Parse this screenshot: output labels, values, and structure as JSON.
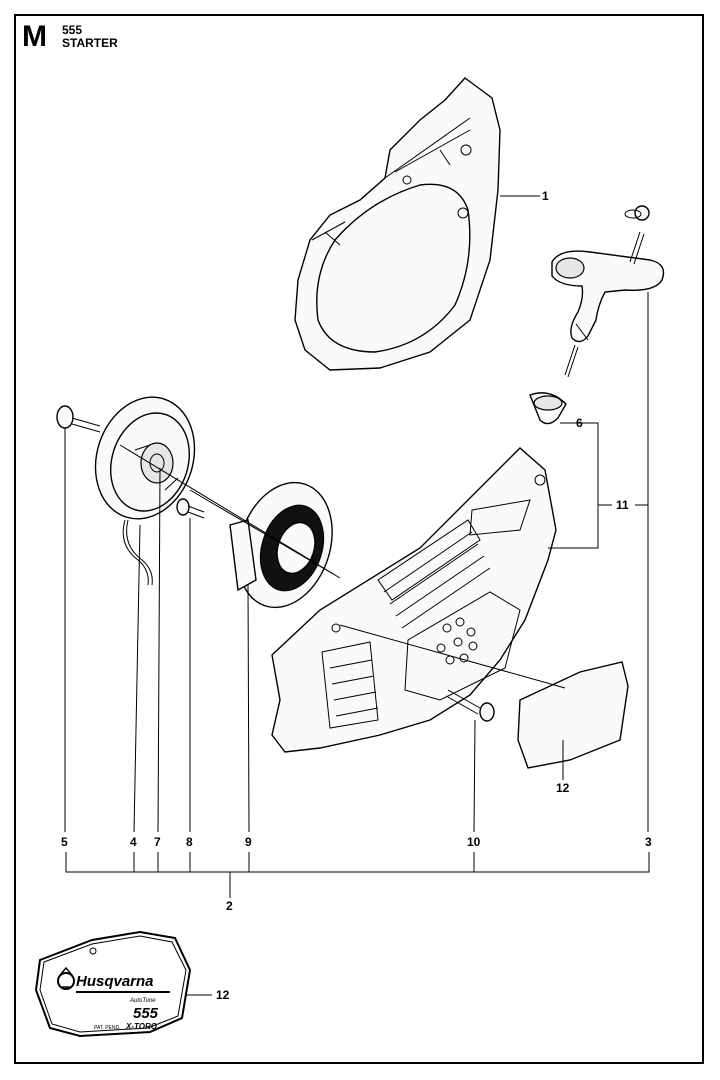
{
  "header": {
    "section_letter": "M",
    "model": "555",
    "title": "STARTER"
  },
  "callouts": {
    "p1": "1",
    "p2": "2",
    "p3": "3",
    "p4": "4",
    "p5": "5",
    "p6": "6",
    "p7": "7",
    "p8": "8",
    "p9": "9",
    "p10": "10",
    "p11": "11",
    "p12": "12",
    "p12_decal": "12"
  },
  "decal": {
    "brand": "Husqvarna",
    "subtitle": "AutoTune",
    "model": "555",
    "footer_left": "PAT. PEND.",
    "footer_right": "X-TORQ"
  },
  "colors": {
    "line": "#000000",
    "background": "#ffffff"
  }
}
